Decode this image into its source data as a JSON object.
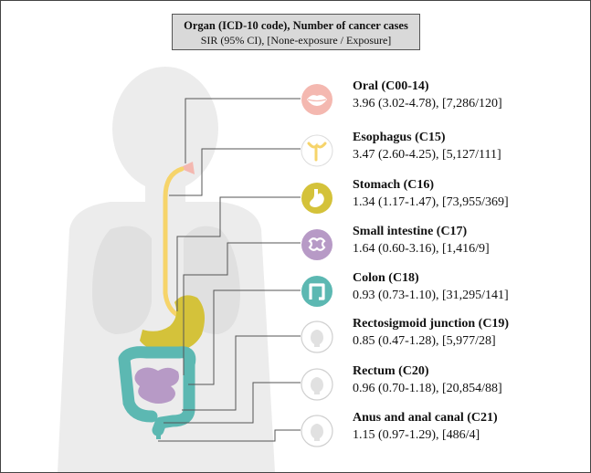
{
  "legend": {
    "title": "Organ (ICD-10 code), Number of cancer cases",
    "subtitle": "SIR (95% CI), [None-exposure / Exposure]"
  },
  "organs": [
    {
      "id": "oral",
      "name": "Oral (C00-14)",
      "stat": "3.96 (3.02-4.78), [7,286/120]",
      "color": "#f4b8b0",
      "icon": "lips-icon"
    },
    {
      "id": "esophagus",
      "name": "Esophagus (C15)",
      "stat": "3.47 (2.60-4.25), [5,127/111]",
      "color": "#f6d46a",
      "icon": "esophagus-icon"
    },
    {
      "id": "stomach",
      "name": "Stomach (C16)",
      "stat": "1.34 (1.17-1.47), [73,955/369]",
      "color": "#d4c23a",
      "icon": "stomach-icon"
    },
    {
      "id": "small-intestine",
      "name": "Small intestine (C17)",
      "stat": "1.64 (0.60-3.16), [1,416/9]",
      "color": "#b79ac6",
      "icon": "small-intestine-icon"
    },
    {
      "id": "colon",
      "name": "Colon (C18)",
      "stat": "0.93 (0.73-1.10), [31,295/141]",
      "color": "#5cb8b2",
      "icon": "colon-icon"
    },
    {
      "id": "rectosigmoid",
      "name": "Rectosigmoid junction (C19)",
      "stat": "0.85 (0.47-1.28), [5,977/28]",
      "color": "#dcdcdc",
      "icon": "rectosigmoid-icon"
    },
    {
      "id": "rectum",
      "name": "Rectum (C20)",
      "stat": "0.96 (0.70-1.18), [20,854/88]",
      "color": "#dcdcdc",
      "icon": "rectum-icon"
    },
    {
      "id": "anus",
      "name": "Anus and anal canal (C21)",
      "stat": "1.15 (0.97-1.29), [486/4]",
      "color": "#dcdcdc",
      "icon": "anus-icon"
    }
  ]
}
